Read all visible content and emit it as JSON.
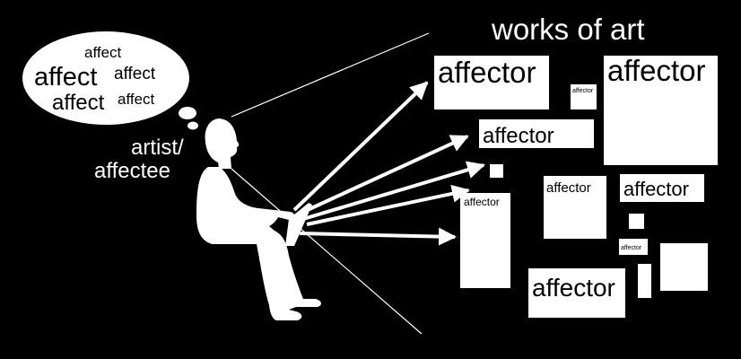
{
  "thought_bubble": {
    "words": [
      "affect",
      "affect",
      "affect",
      "affect",
      "affect"
    ]
  },
  "person": {
    "label_line1": "artist/",
    "label_line2": "affectee"
  },
  "works": {
    "heading": "works of art",
    "items": [
      {
        "label": "affector"
      },
      {
        "label": "affector"
      },
      {
        "label": "affector"
      },
      {
        "label": "affector"
      },
      {
        "label": "affector"
      },
      {
        "label": "affector"
      },
      {
        "label": "affector"
      },
      {
        "label": "affector"
      },
      {
        "label": "affector"
      }
    ]
  },
  "colors": {
    "background": "#000000",
    "foreground": "#ffffff",
    "text": "#000000"
  }
}
